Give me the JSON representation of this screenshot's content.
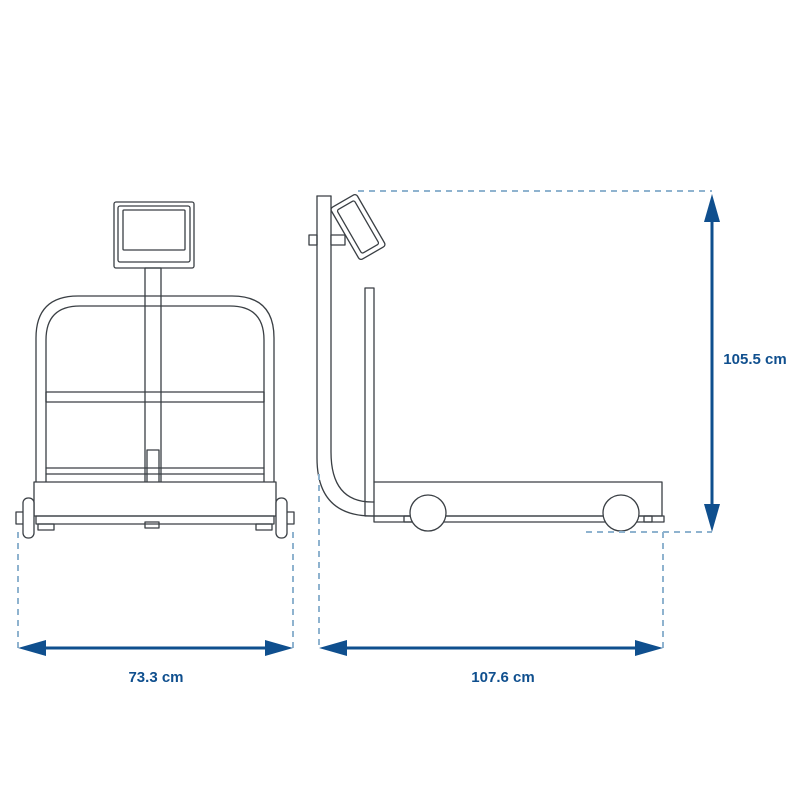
{
  "colors": {
    "dimension": "#0f4f8e",
    "guide": "#8fb3cf",
    "outline": "#3a3f44",
    "background": "#ffffff"
  },
  "dimensions": {
    "width": {
      "value": 73.3,
      "unit": "cm",
      "label": "73.3 cm"
    },
    "length": {
      "value": 107.6,
      "unit": "cm",
      "label": "107.6 cm"
    },
    "height": {
      "value": 105.5,
      "unit": "cm",
      "label": "105.5 cm"
    }
  }
}
